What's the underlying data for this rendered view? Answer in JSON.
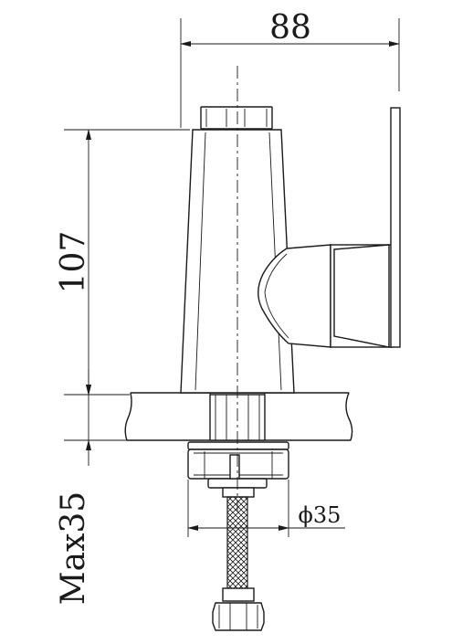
{
  "dimensions": {
    "width_label": "88",
    "height_label": "107",
    "max_thickness_label": "Max35",
    "hole_diameter_label": "ϕ35"
  }
}
